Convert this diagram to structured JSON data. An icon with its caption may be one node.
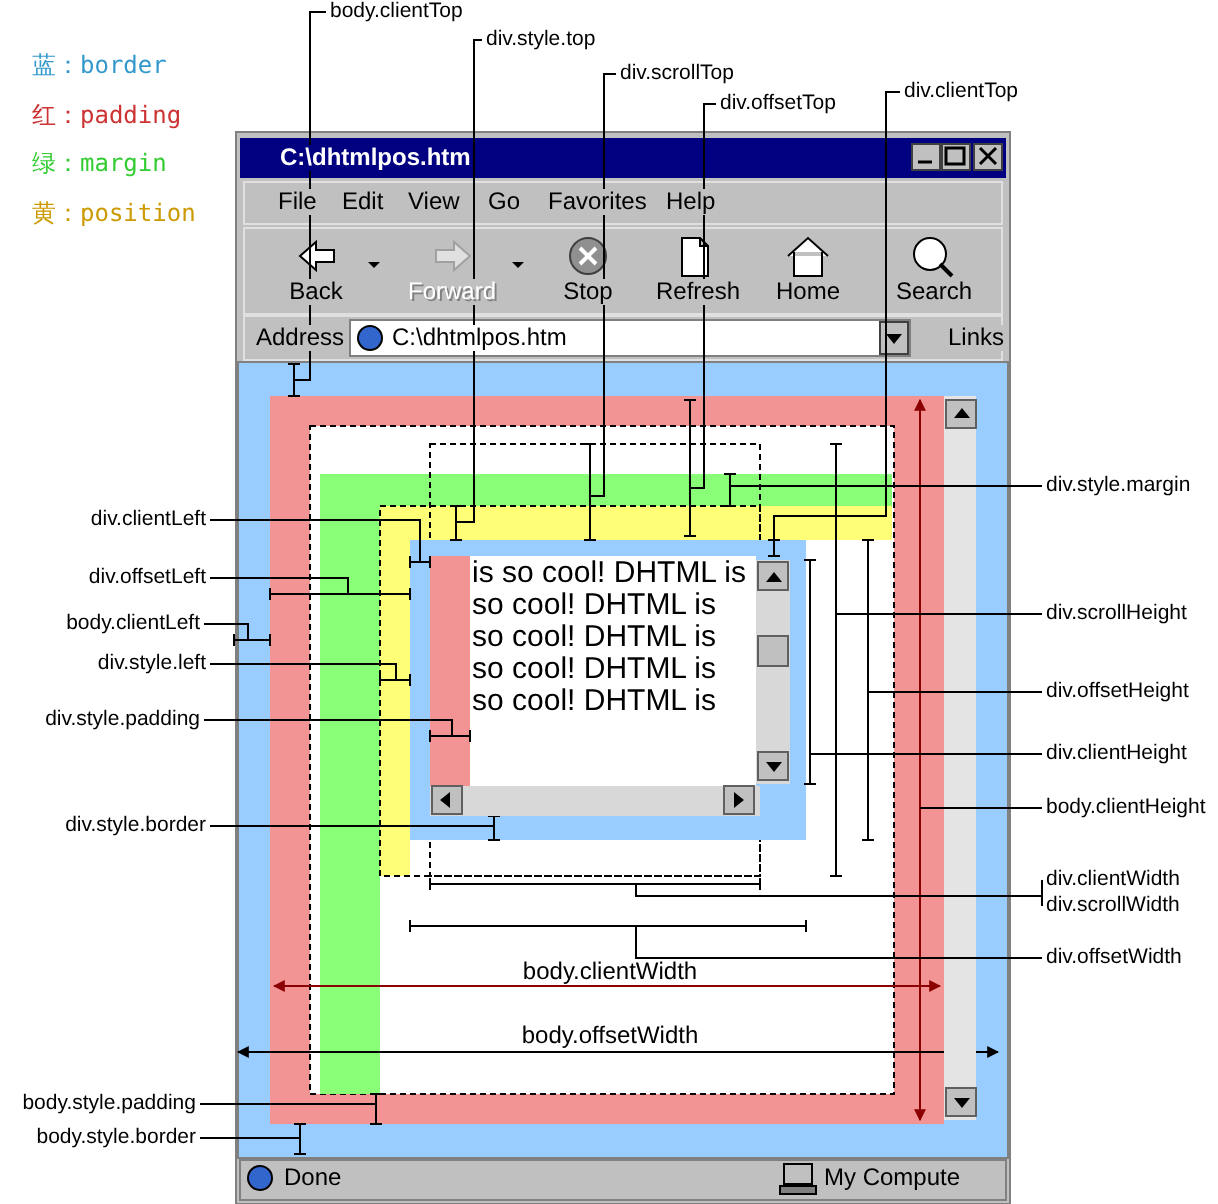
{
  "diagram": {
    "nodes": [
      {
        "text": [
          "body.clientTop"
        ]
      },
      {
        "text": [
          "div.style.top"
        ]
      },
      {
        "text": [
          "div.scrollTop"
        ]
      },
      {
        "text": [
          "div.offsetTop"
        ]
      },
      {
        "text": [
          "div.clientTop"
        ]
      },
      {
        "text": [
          "div.clientLeft"
        ]
      },
      {
        "text": [
          "div.offsetLeft"
        ]
      },
      {
        "text": [
          "body.clientLeft"
        ]
      },
      {
        "text": [
          "div.style.left"
        ]
      },
      {
        "text": [
          "div.style.padding"
        ]
      },
      {
        "text": [
          "div.style.border"
        ]
      },
      {
        "text": [
          "div.style.margin"
        ]
      },
      {
        "text": [
          "div.scrollHeight"
        ]
      },
      {
        "text": [
          "div.offsetHeight"
        ]
      },
      {
        "text": [
          "div.clientHeight"
        ]
      },
      {
        "text": [
          "body.clientHeight"
        ]
      },
      {
        "text": [
          "div.clientWidth"
        ]
      },
      {
        "text": [
          "div.scrollWidth"
        ]
      },
      {
        "text": [
          "div.offsetWidth"
        ]
      },
      {
        "text": [
          "body.style.padding"
        ]
      },
      {
        "text": [
          "body.style.border"
        ]
      },
      {
        "text": [],
        "shape": "box"
      }
    ],
    "edges": [
      {
        "from": 0,
        "to": 21,
        "arrow": "none"
      },
      {
        "from": 1,
        "to": 21,
        "arrow": "none"
      },
      {
        "from": 2,
        "to": 21,
        "arrow": "none"
      },
      {
        "from": 3,
        "to": 21,
        "arrow": "none"
      },
      {
        "from": 4,
        "to": 21,
        "arrow": "none"
      },
      {
        "from": 5,
        "to": 21,
        "arrow": "none"
      },
      {
        "from": 6,
        "to": 21,
        "arrow": "none"
      },
      {
        "from": 7,
        "to": 21,
        "arrow": "none"
      },
      {
        "from": 8,
        "to": 21,
        "arrow": "none"
      },
      {
        "from": 9,
        "to": 21,
        "arrow": "none"
      },
      {
        "from": 10,
        "to": 21,
        "arrow": "none"
      },
      {
        "from": 11,
        "to": 21,
        "arrow": "none"
      },
      {
        "from": 12,
        "to": 21,
        "arrow": "none"
      },
      {
        "from": 13,
        "to": 21,
        "arrow": "none"
      },
      {
        "from": 14,
        "to": 21,
        "arrow": "none"
      },
      {
        "from": 15,
        "to": 21,
        "arrow": "none"
      },
      {
        "from": 16,
        "to": 21,
        "arrow": "none"
      },
      {
        "from": 17,
        "to": 21,
        "arrow": "none"
      },
      {
        "from": 18,
        "to": 21,
        "arrow": "none"
      },
      {
        "from": 19,
        "to": 21,
        "arrow": "none"
      },
      {
        "from": 20,
        "to": 21,
        "arrow": "none"
      }
    ],
    "labels": [
      "C:\\dhtmlpos.htm",
      "File",
      "Edit",
      "View",
      "Go",
      "Favorites",
      "Help",
      "Back",
      "Forward",
      "Stop",
      "Refresh",
      "Home",
      "Search",
      "Address",
      "C:\\dhtmlpos.htm",
      "Links",
      "is so cool! DHTML is so cool! DHTML is so cool! DHTML is so cool! DHTML is so cool! DHTML is",
      "body.clientWidth",
      "body.offsetWidth",
      "Done",
      "My Compute"
    ],
    "legend": [
      {
        "text": "蓝：border",
        "color": "#3399cc"
      },
      {
        "text": "红：padding",
        "color": "#cc3333"
      },
      {
        "text": "绿：margin",
        "color": "#33cc33"
      },
      {
        "text": "黄：position",
        "color": "#cc9900"
      }
    ]
  }
}
